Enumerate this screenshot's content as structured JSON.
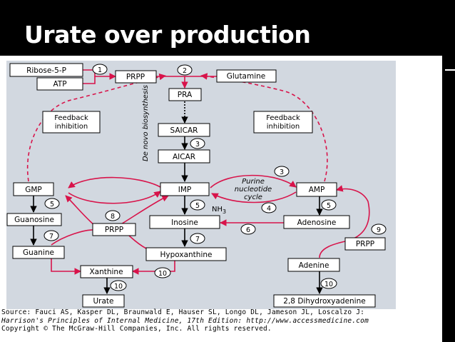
{
  "slide": {
    "title": "Urate over production"
  },
  "diagram": {
    "boxes": {
      "ribose5p": "Ribose-5-P",
      "atp": "ATP",
      "prpp_top": "PRPP",
      "glutamine": "Glutamine",
      "pra": "PRA",
      "saicar": "SAICAR",
      "aicar": "AICAR",
      "imp": "IMP",
      "amp": "AMP",
      "gmp": "GMP",
      "feedback_left": [
        "Feedback",
        "inhibition"
      ],
      "feedback_right": [
        "Feedback",
        "inhibition"
      ],
      "guanosine": "Guanosine",
      "prpp_mid": "PRPP",
      "inosine": "Inosine",
      "adenosine": "Adenosine",
      "guanine": "Guanine",
      "hypoxanthine": "Hypoxanthine",
      "prpp_right": "PRPP",
      "xanthine": "Xanthine",
      "adenine": "Adenine",
      "urate": "Urate",
      "dihydroxyadenine": "2,8 Dihydroxyadenine"
    },
    "labels": {
      "de_novo": "De novo biosynthesis",
      "cycle": [
        "Purine",
        "nucleotide",
        "cycle"
      ],
      "nh3": "NH",
      "nh3_sub": "3"
    },
    "steps": {
      "s1": "1",
      "s2": "2",
      "s3a": "3",
      "s3b": "3",
      "s4": "4",
      "s5a": "5",
      "s5b": "5",
      "s5c": "5",
      "s6": "6",
      "s7a": "7",
      "s7b": "7",
      "s8": "8",
      "s9": "9",
      "s10a": "10",
      "s10b": "10",
      "s10c": "10"
    }
  },
  "source": {
    "line1": "Source: Fauci AS, Kasper DL, Braunwald E, Hauser SL, Longo DL, Jameson JL, Loscalzo J:",
    "line2": "Harrison's Principles of Internal Medicine, 17th Edition: http://www.accessmedicine.com",
    "line3": "Copyright © The McGraw-Hill Companies, Inc. All rights reserved."
  },
  "colors": {
    "arrow": "#d8134a",
    "panel": "#d2d8e0",
    "background": "#000000"
  }
}
